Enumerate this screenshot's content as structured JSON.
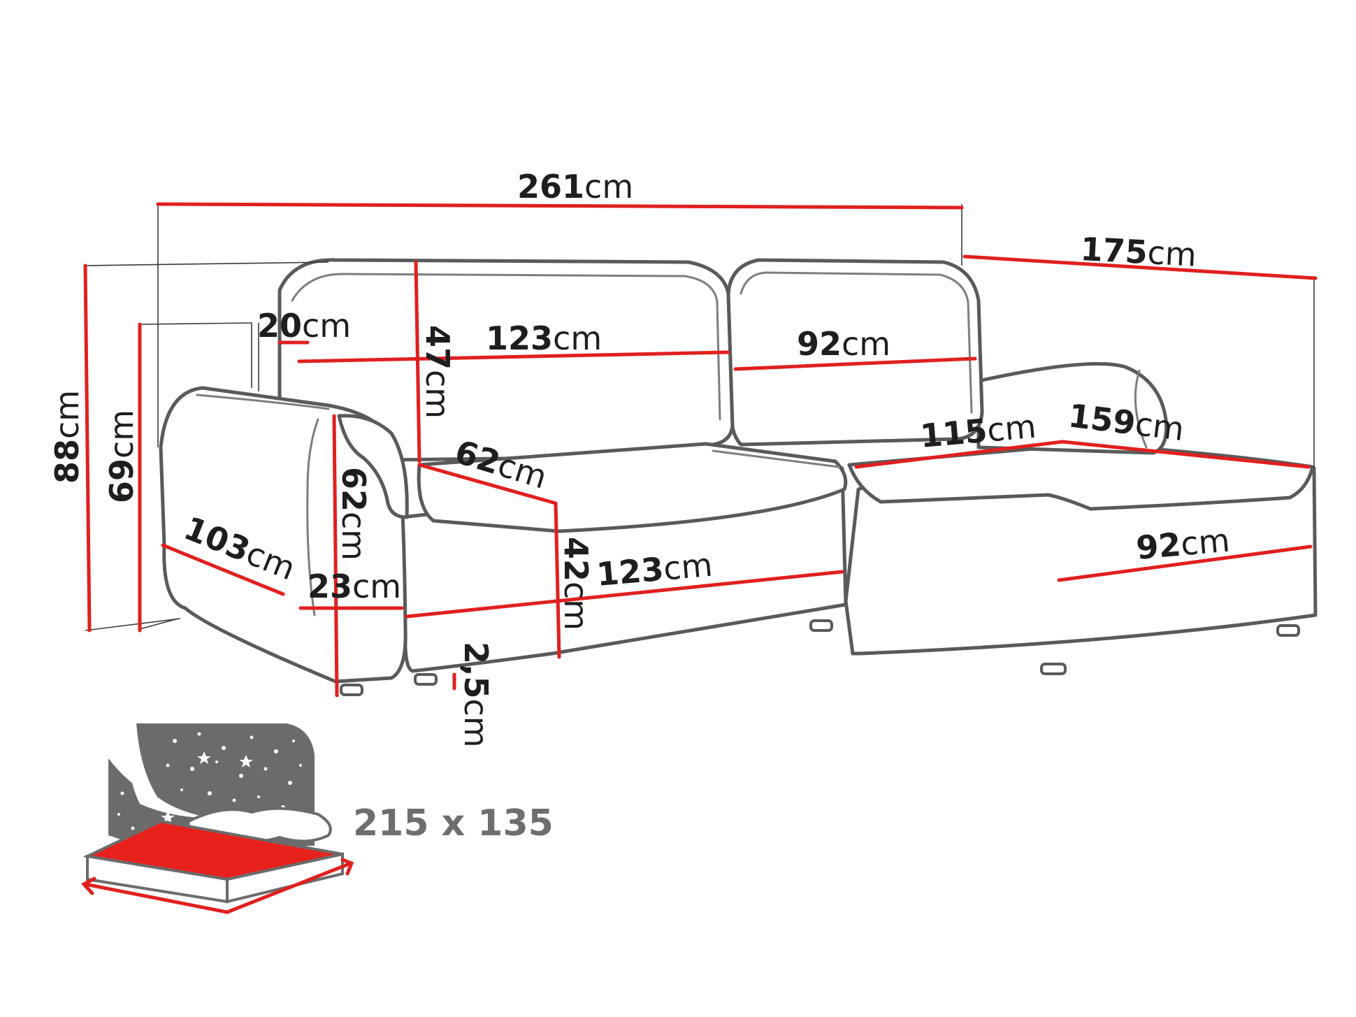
{
  "dimensions": {
    "overall_width": {
      "value": "261",
      "unit": "cm"
    },
    "chaise_length": {
      "value": "175",
      "unit": "cm"
    },
    "total_height": {
      "value": "88",
      "unit": "cm"
    },
    "armrest_height": {
      "value": "69",
      "unit": "cm"
    },
    "backrest_thickness": {
      "value": "20",
      "unit": "cm"
    },
    "backrest_height": {
      "value": "47",
      "unit": "cm"
    },
    "back_cushion_left_width": {
      "value": "123",
      "unit": "cm"
    },
    "back_cushion_right_width": {
      "value": "92",
      "unit": "cm"
    },
    "chaise_seat_width": {
      "value": "115",
      "unit": "cm"
    },
    "chaise_seat_depth": {
      "value": "159",
      "unit": "cm"
    },
    "seat_depth": {
      "value": "62",
      "unit": "cm"
    },
    "armrest_inner_height": {
      "value": "62",
      "unit": "cm"
    },
    "armrest_depth": {
      "value": "103",
      "unit": "cm"
    },
    "armrest_width": {
      "value": "23",
      "unit": "cm"
    },
    "seat_height": {
      "value": "42",
      "unit": "cm"
    },
    "seat_front_width": {
      "value": "123",
      "unit": "cm"
    },
    "chaise_front_width": {
      "value": "92",
      "unit": "cm"
    },
    "leg_height": {
      "value": "2,5",
      "unit": "cm"
    }
  },
  "sleeping_area": {
    "label": "215 x 135"
  },
  "colors": {
    "dimension_line": "#e0201f",
    "outline": "#5a5a5a",
    "bed_mattress": "#e8211d",
    "night_sky": "#6b6b6b"
  }
}
